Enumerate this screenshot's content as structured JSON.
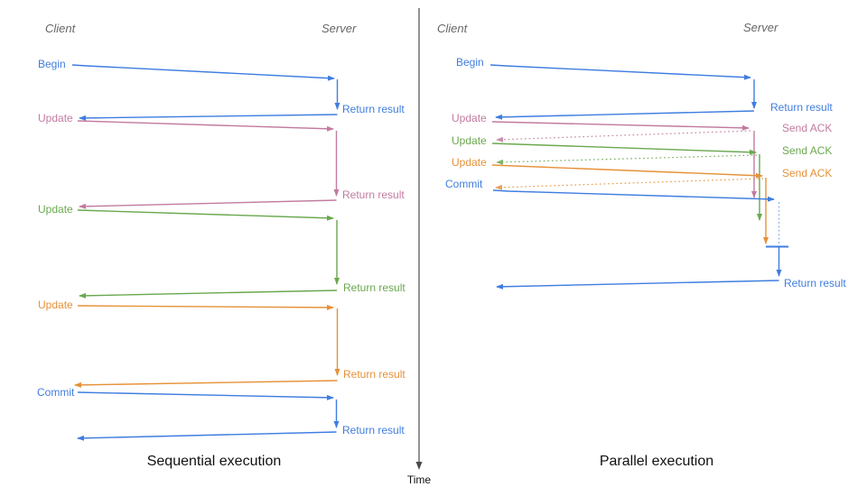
{
  "palette": {
    "blue": "#3f7de0",
    "pink": "#c27ba0",
    "green": "#6aa84f",
    "orange": "#e69138",
    "gray": "#666666",
    "axis": "#4a4a4a",
    "ink": "#111111"
  },
  "axis": {
    "time_label": "Time"
  },
  "panels": {
    "sequential": {
      "caption": "Sequential execution",
      "lifelines": {
        "client": "Client",
        "server": "Server"
      },
      "messages": [
        {
          "request": "Begin",
          "response": "Return result",
          "color": "blue"
        },
        {
          "request": "Update",
          "response": "Return result",
          "color": "pink"
        },
        {
          "request": "Update",
          "response": "Return result",
          "color": "green"
        },
        {
          "request": "Update",
          "response": "Return result",
          "color": "orange"
        },
        {
          "request": "Commit",
          "response": "Return result",
          "color": "blue"
        }
      ]
    },
    "parallel": {
      "caption": "Parallel execution",
      "lifelines": {
        "client": "Client",
        "server": "Server"
      },
      "messages": [
        {
          "request": "Begin",
          "response": "Return result",
          "color": "blue"
        },
        {
          "request": "Update",
          "response": "Send ACK",
          "color": "pink"
        },
        {
          "request": "Update",
          "response": "Send ACK",
          "color": "green"
        },
        {
          "request": "Update",
          "response": "Send ACK",
          "color": "orange"
        },
        {
          "request": "Commit",
          "response": "Return result",
          "color": "blue"
        }
      ]
    }
  }
}
